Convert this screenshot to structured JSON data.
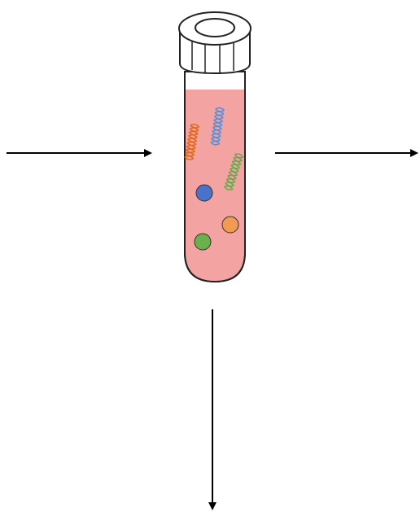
{
  "diagram": {
    "tube_liquid_color": "#f4a3a3",
    "tube_outline_color": "#222222",
    "cap_color": "#ffffff",
    "arrow_color": "#000000",
    "strands": [
      {
        "name": "orange-strand",
        "color": "#e06a1a"
      },
      {
        "name": "blue-strand",
        "color": "#5b8fd6"
      },
      {
        "name": "green-strand",
        "color": "#6aa84f"
      }
    ],
    "beads": [
      {
        "name": "blue-bead",
        "color": "#4a72c9"
      },
      {
        "name": "orange-bead",
        "color": "#f09a53"
      },
      {
        "name": "green-bead",
        "color": "#6ab04c"
      }
    ],
    "arrows": [
      "arrow-in-left",
      "arrow-out-right",
      "arrow-out-down"
    ]
  }
}
